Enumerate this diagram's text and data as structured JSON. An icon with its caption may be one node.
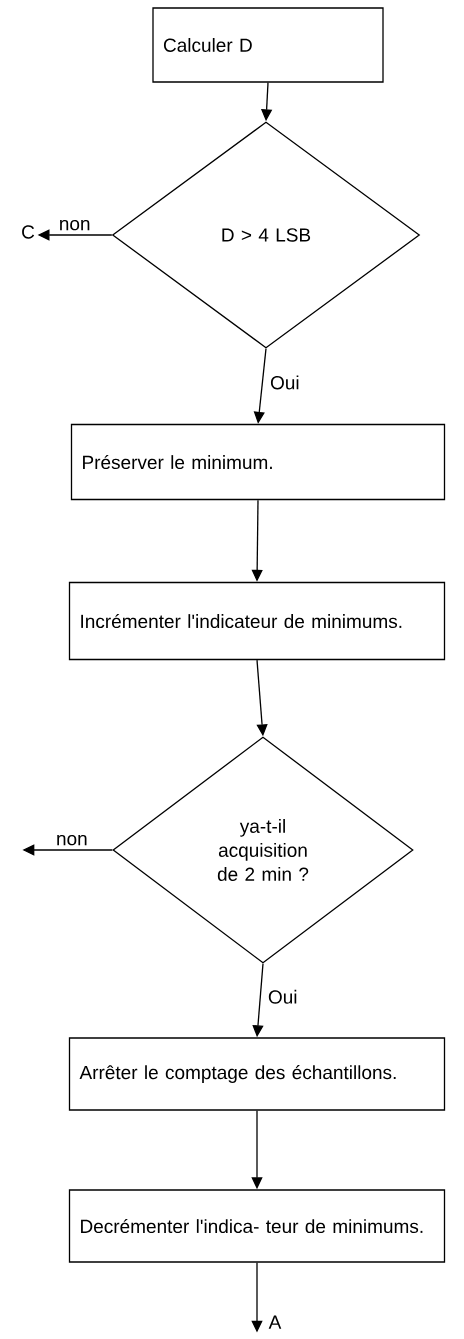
{
  "diagram": {
    "nodes": [
      {
        "text": [
          "Calculer D"
        ]
      },
      {
        "text": [
          "D > 4 LSB"
        ]
      },
      {
        "text": [
          "Préserver le minimum."
        ]
      },
      {
        "text": [
          "Incrémenter l'indicateur de minimums."
        ]
      },
      {
        "text": [
          "ya-t-il acquisition de 2 min ?"
        ]
      },
      {
        "text": [
          "Arrêter le comptage des échantillons."
        ]
      },
      {
        "text": [
          "Decrémenter l'indica- teur de minimums."
        ]
      },
      {
        "text": [
          "C"
        ]
      }
    ],
    "edges": [
      {
        "from": 0,
        "to": 1,
        "arrow": "to"
      },
      {
        "from": 1,
        "to": 7,
        "arrow": "to",
        "label": "non"
      },
      {
        "from": 1,
        "to": 2,
        "arrow": "to",
        "label": "Oui"
      },
      {
        "from": 2,
        "to": 3,
        "arrow": "to"
      },
      {
        "from": 3,
        "to": 4,
        "arrow": "to"
      },
      {
        "from": 4,
        "to": null,
        "arrow": "to",
        "label": "non"
      },
      {
        "from": 4,
        "to": 5,
        "arrow": "to",
        "label": "Oui"
      },
      {
        "from": 5,
        "to": 6,
        "arrow": "to"
      },
      {
        "from": 6,
        "to": null,
        "arrow": "to",
        "label": "A"
      }
    ]
  }
}
